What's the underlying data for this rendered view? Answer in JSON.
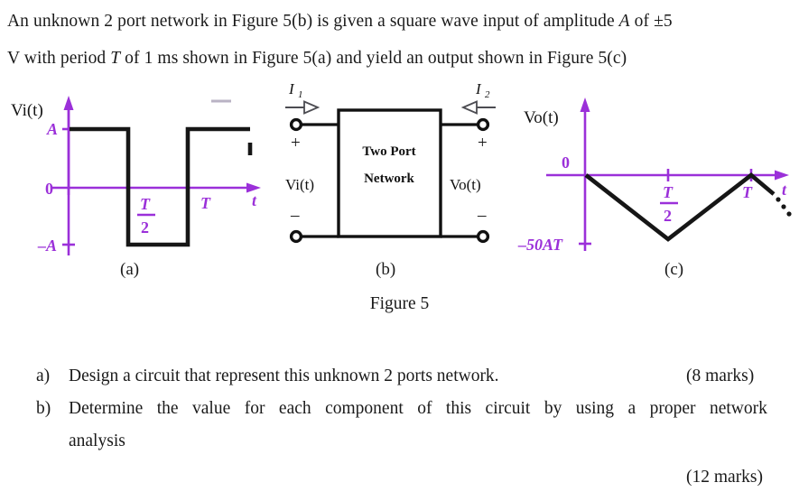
{
  "document": {
    "intro": {
      "line1_pre": "An unknown 2 port network in Figure 5(b) is given a square wave input of amplitude ",
      "line1_var": "A",
      "line1_post": " of ±5",
      "line2_pre": "V with period ",
      "line2_var": "T",
      "line2_post": " of 1 ms shown in Figure 5(a) and yield an output shown in Figure 5(c)"
    },
    "figure_caption": "Figure 5",
    "subfigure_labels": {
      "a": "(a)",
      "b": "(b)",
      "c": "(c)"
    },
    "questions": [
      {
        "marker": "a)",
        "text": "Design a circuit that represent this unknown 2 ports network.",
        "marks": "(8 marks)"
      },
      {
        "marker": "b)",
        "text_line1": "Determine the value for each component of this circuit by using a proper network",
        "text_line2": "analysis",
        "marks": "(12 marks)"
      }
    ],
    "trailing_marks": "(12 marks)"
  },
  "figure_a": {
    "name": "input-square-wave",
    "y_axis_label": "Vi(t)",
    "x_axis_label": "t",
    "y_tick_top": "A",
    "y_tick_zero": "0",
    "y_tick_bottom": "–A",
    "x_tick_half": "T",
    "x_tick_half_denom": "2",
    "x_tick_period": "T"
  },
  "figure_b": {
    "name": "two-port-network-block",
    "block_line1": "Two Port",
    "block_line2": "Network",
    "current_in_label": "I",
    "current_in_sub": "1",
    "current_out_label": "I",
    "current_out_sub": "2",
    "input_voltage": "Vi(t)",
    "output_voltage": "Vo(t)",
    "plus_sign": "+",
    "minus_sign": "–"
  },
  "figure_c": {
    "name": "output-triangular-wave",
    "y_axis_label": "Vo(t)",
    "x_axis_label": "t",
    "y_tick_zero": "0",
    "y_tick_min": "–50AT",
    "x_tick_half": "T",
    "x_tick_half_denom": "2",
    "x_tick_period": "T"
  },
  "colors": {
    "axis_purple": "#9B30D9",
    "wave_black": "#161616",
    "text_black": "#1a1a1a",
    "page_background": "#ffffff"
  },
  "chart_data": [
    {
      "type": "line",
      "name": "figure_a_input",
      "title": "Vi(t)",
      "xlabel": "t",
      "ylabel": "Vi(t)",
      "xticks": [
        "0",
        "T/2",
        "T"
      ],
      "yticks": [
        "A",
        "0",
        "-A"
      ],
      "ylim": [
        -1,
        1
      ],
      "xlim": [
        0,
        1.55
      ],
      "grid": false,
      "legend": "none",
      "description": "Square wave: +A from 0 to T/2, -A from T/2 to T, +A from T onward (truncated)",
      "x": [
        0,
        0.5,
        0.5,
        1.0,
        1.0,
        1.5
      ],
      "y": [
        1,
        1,
        -1,
        -1,
        1,
        1
      ]
    },
    {
      "type": "line",
      "name": "figure_c_output",
      "title": "Vo(t)",
      "xlabel": "t",
      "ylabel": "Vo(t)",
      "xticks": [
        "0",
        "T/2",
        "T"
      ],
      "yticks": [
        "0",
        "-50AT"
      ],
      "ylim": [
        -1,
        0.15
      ],
      "xlim": [
        0,
        1.25
      ],
      "grid": false,
      "legend": "none",
      "description": "Triangular wave: ramps down linearly from 0 at t=0 to -50AT at t=T/2, ramps up linearly back to 0 at t=T, then ramps down again (dotted continuation)",
      "x": [
        0,
        0.5,
        1.0,
        1.18
      ],
      "y": [
        0,
        -1,
        0,
        -0.36
      ]
    }
  ]
}
